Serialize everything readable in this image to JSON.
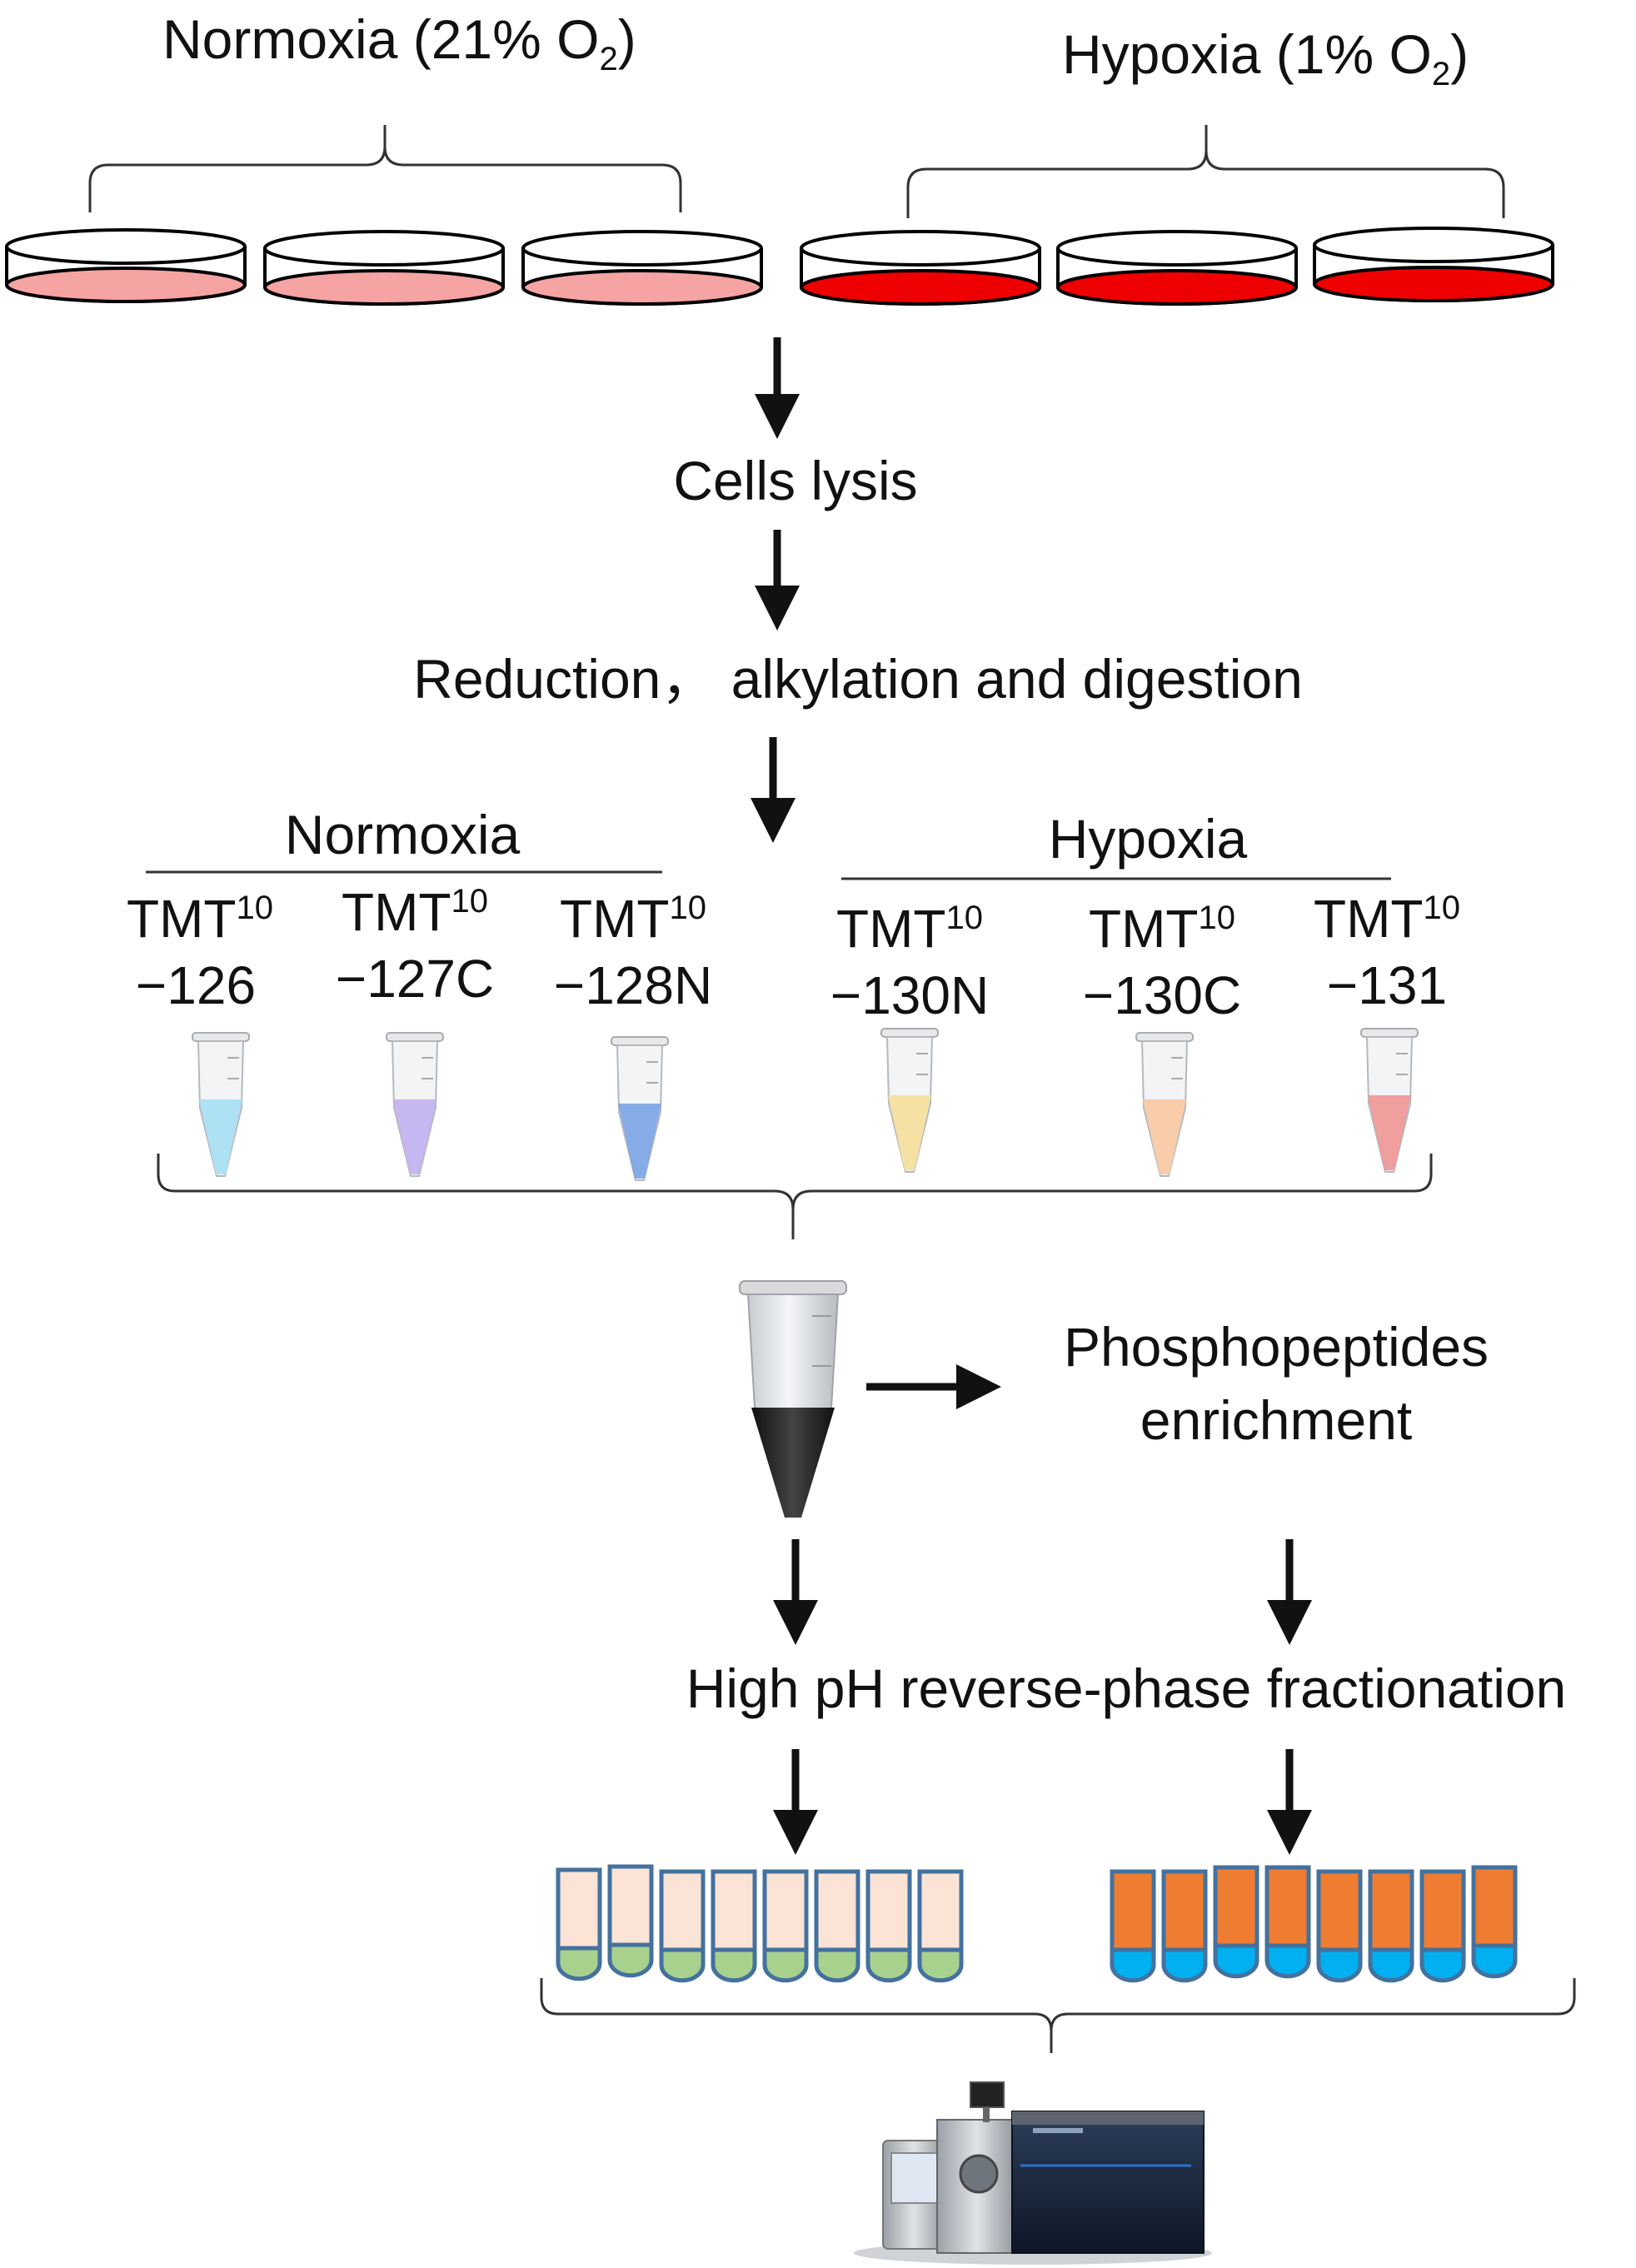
{
  "conditions": {
    "normoxia": {
      "label": "Normoxia (21% O",
      "subscript": "2",
      "close": ")"
    },
    "hypoxia": {
      "label": "Hypoxia (1% O",
      "subscript": "2",
      "close": ")"
    }
  },
  "steps": {
    "lysis": "Cells lysis",
    "digestion": "Reduction， alkylation and digestion",
    "enrichment": [
      "Phosphopeptides",
      "enrichment"
    ],
    "fractionation": "High pH reverse-phase fractionation"
  },
  "groups": {
    "normoxia": "Normoxia",
    "hypoxia": "Hypoxia"
  },
  "tmt": {
    "base": "TMT",
    "superscript": "10",
    "tags": [
      {
        "channel": "−126",
        "color": "#a9dff2"
      },
      {
        "channel": "−127C",
        "color": "#c4b3ef"
      },
      {
        "channel": "−128N",
        "color": "#7fa6e6"
      },
      {
        "channel": "−130N",
        "color": "#f5dfa0"
      },
      {
        "channel": "−130C",
        "color": "#f9c9a5"
      },
      {
        "channel": "−131",
        "color": "#ef9999"
      }
    ]
  },
  "colors": {
    "normoxia_medium": "#f5a3a3",
    "hypoxia_medium": "#ee0000",
    "frac_left_body": "#fbe3d6",
    "frac_left_tip": "#a9d18e",
    "frac_right_body": "#ee7d31",
    "frac_right_tip": "#00b0f0",
    "frac_outline": "#44719e"
  }
}
